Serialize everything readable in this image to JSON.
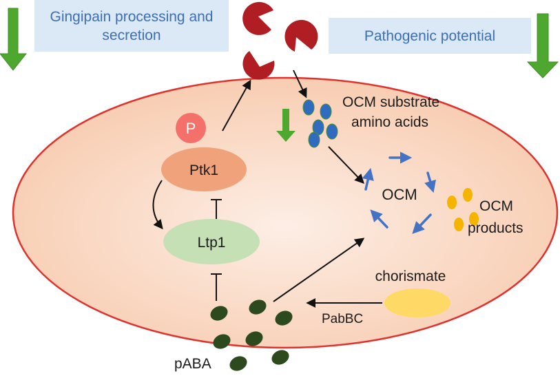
{
  "labels": {
    "gingipain": "Gingipain processing and secretion",
    "pathogenic": "Pathogenic potential",
    "p": "P",
    "ptk1": "Ptk1",
    "ltp1": "Ltp1",
    "ocm_substrate_line1": "OCM substrate",
    "ocm_substrate_line2": "amino acids",
    "ocm": "OCM",
    "ocm_products_line1": "OCM",
    "ocm_products_line2": "products",
    "chorismate": "chorismate",
    "pabbc": "PabBC",
    "paba": "pABA"
  },
  "colors": {
    "cell_fill": "#fbd9c6",
    "cell_border": "#e0312d",
    "gingipain": "#b01e23",
    "arrow_green": "#4ea72e",
    "substrate": "#2f6bbf",
    "products": "#f5b400",
    "paba": "#2d4a1e",
    "ptk1": "#f0a27a",
    "ltp1": "#c5e0b4",
    "phospho": "#f4716b",
    "chorismate": "#ffd966",
    "ocm_arrows": "#4472c4"
  }
}
